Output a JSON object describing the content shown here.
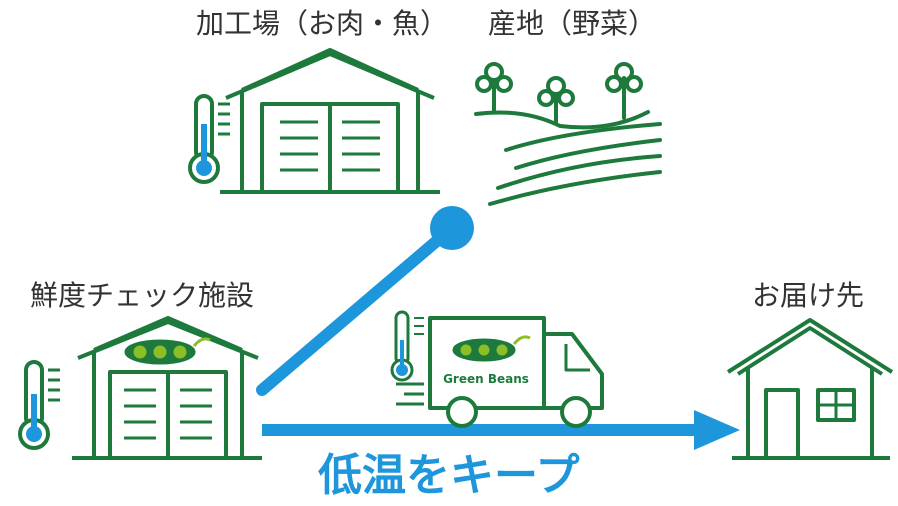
{
  "labels": {
    "factory": "加工場（お肉・魚）",
    "farm": "産地（野菜）",
    "facility": "鮮度チェック施設",
    "destination": "お届け先",
    "truck_brand": "Green Beans"
  },
  "tagline": "低温をキープ",
  "colors": {
    "green": "#1e7a3c",
    "blue": "#1e96dc",
    "lime": "#8cbe28",
    "text": "#333333"
  },
  "icons": [
    "thermometer-icon",
    "warehouse-icon",
    "farm-field-icon",
    "truck-icon",
    "house-icon",
    "peapod-logo-icon"
  ]
}
